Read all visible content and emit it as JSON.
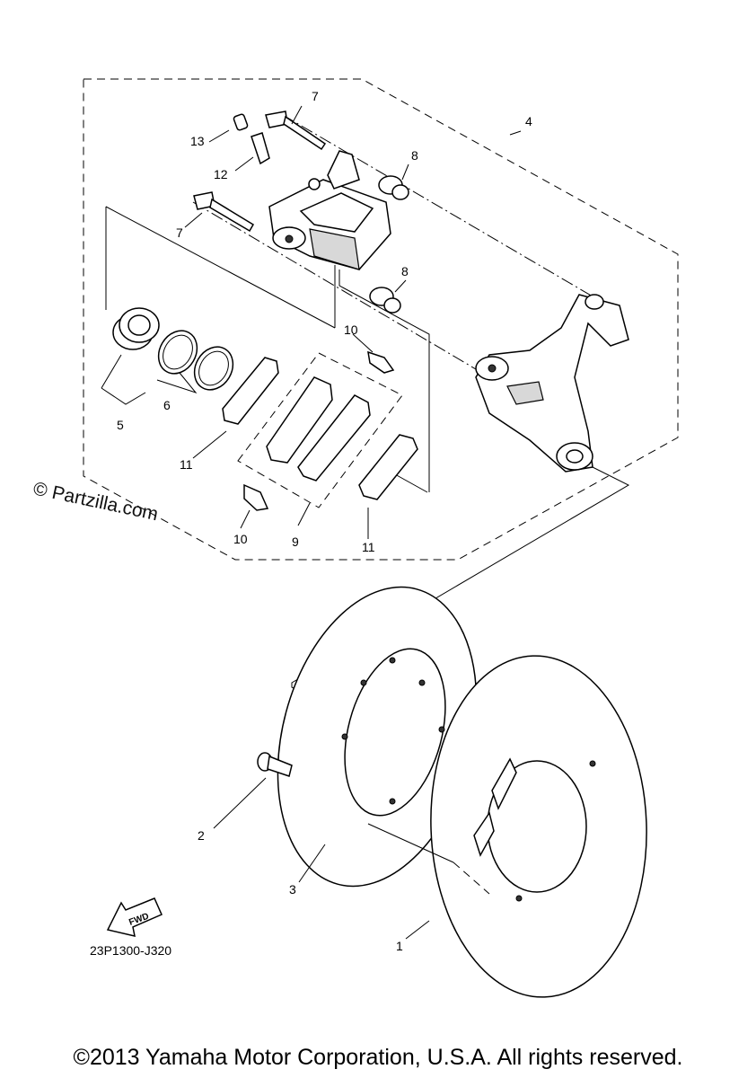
{
  "watermark": "© Partzilla.com",
  "diagram_code": "23P1300-J320",
  "fwd_label": "FWD",
  "copyright": "©2013 Yamaha Motor Corporation, U.S.A. All rights reserved.",
  "callouts": {
    "c1": "1",
    "c2": "2",
    "c3": "3",
    "c4": "4",
    "c5": "5",
    "c6": "6",
    "c7a": "7",
    "c7b": "7",
    "c8a": "8",
    "c8b": "8",
    "c9": "9",
    "c10a": "10",
    "c10b": "10",
    "c11a": "11",
    "c11b": "11",
    "c12": "12",
    "c13": "13"
  }
}
